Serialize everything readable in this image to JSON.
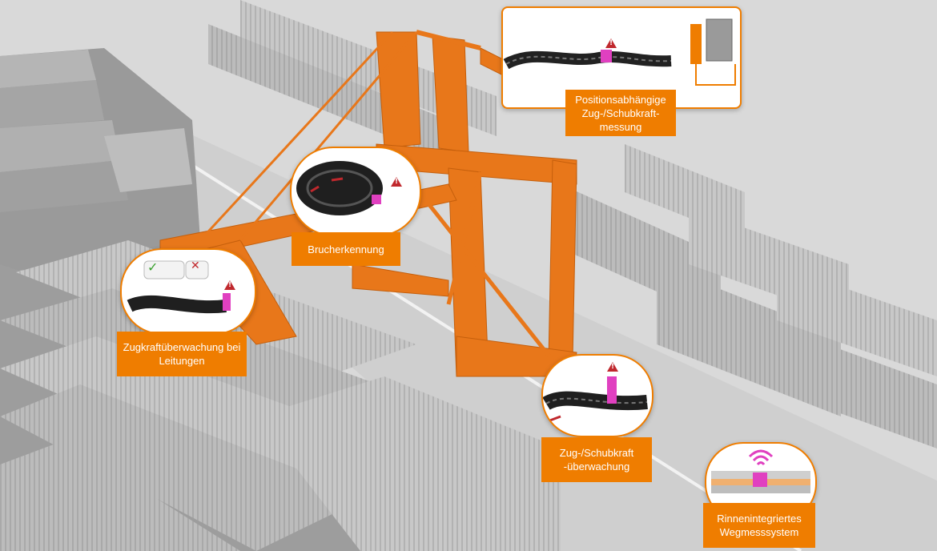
{
  "labels": {
    "positionsabhaengig": "Positionsabhängige Zug-/Schubkraft- messung",
    "brucherkennung": "Brucherkennung",
    "zugkraftueberwachung": "Zugkraftüberwachung bei Leitungen",
    "zugschub": "Zug-/Schubkraft -überwachung",
    "rinnenintegriert": "Rinnenintegriertes Wegmesssystem"
  },
  "colors": {
    "accent": "#ef7d00",
    "warning": "#c0282d",
    "sensor": "#e040c0",
    "ok": "#3aa12f"
  },
  "icons": [
    "warning-icon",
    "check-icon",
    "cross-icon",
    "wireless-signal-icon"
  ]
}
